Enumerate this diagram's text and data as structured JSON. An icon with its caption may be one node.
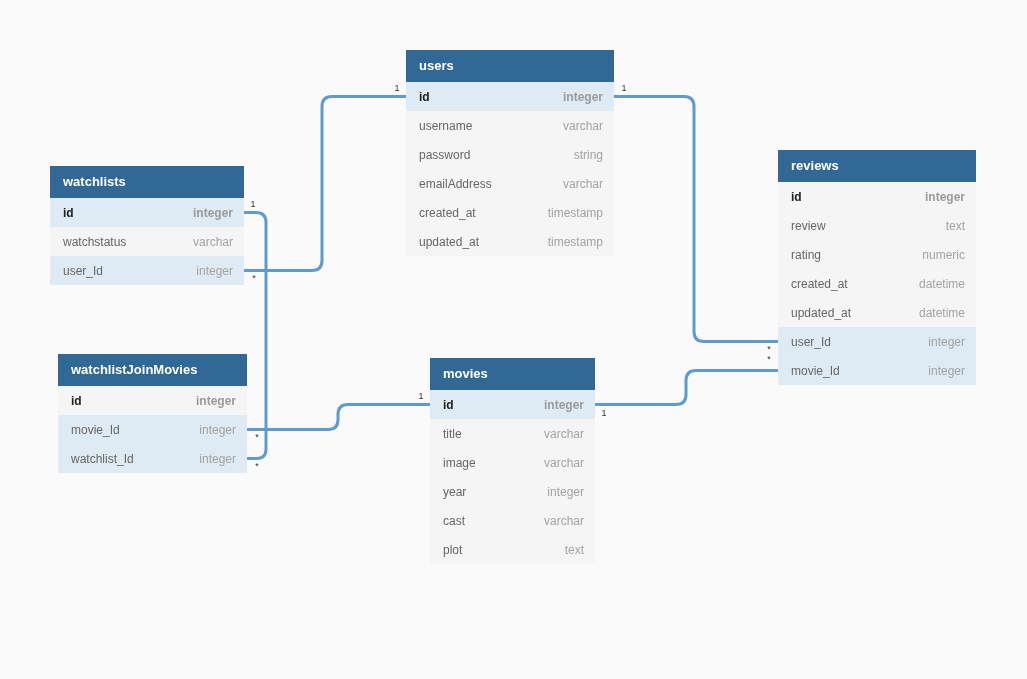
{
  "diagram": {
    "nodes": [
      {
        "text": [
          "users"
        ]
      },
      {
        "text": [
          "id",
          "integer"
        ],
        "in": 0
      },
      {
        "text": [
          "username",
          "varchar"
        ],
        "in": 0
      },
      {
        "text": [
          "password",
          "string"
        ],
        "in": 0
      },
      {
        "text": [
          "emailAddress",
          "varchar"
        ],
        "in": 0
      },
      {
        "text": [
          "created_at",
          "timestamp"
        ],
        "in": 0
      },
      {
        "text": [
          "updated_at",
          "timestamp"
        ],
        "in": 0
      },
      {
        "text": [
          "watchlists"
        ]
      },
      {
        "text": [
          "id",
          "integer"
        ],
        "in": 7
      },
      {
        "text": [
          "watchstatus",
          "varchar"
        ],
        "in": 7
      },
      {
        "text": [
          "user_Id",
          "integer"
        ],
        "in": 7
      },
      {
        "text": [
          "reviews"
        ]
      },
      {
        "text": [
          "id",
          "integer"
        ],
        "in": 11
      },
      {
        "text": [
          "review",
          "text"
        ],
        "in": 11
      },
      {
        "text": [
          "rating",
          "numeric"
        ],
        "in": 11
      },
      {
        "text": [
          "created_at",
          "datetime"
        ],
        "in": 11
      },
      {
        "text": [
          "updated_at",
          "datetime"
        ],
        "in": 11
      },
      {
        "text": [
          "user_Id",
          "integer"
        ],
        "in": 11
      },
      {
        "text": [
          "movie_Id",
          "integer"
        ],
        "in": 11
      },
      {
        "text": [
          "watchlistJoinMovies"
        ]
      },
      {
        "text": [
          "id",
          "integer"
        ],
        "in": 19
      },
      {
        "text": [
          "movie_Id",
          "integer"
        ],
        "in": 19
      },
      {
        "text": [
          "watchlist_Id",
          "integer"
        ],
        "in": 19
      },
      {
        "text": [
          "movies"
        ]
      },
      {
        "text": [
          "id",
          "integer"
        ],
        "in": 23
      },
      {
        "text": [
          "title",
          "varchar"
        ],
        "in": 23
      },
      {
        "text": [
          "image",
          "varchar"
        ],
        "in": 23
      },
      {
        "text": [
          "year",
          "integer"
        ],
        "in": 23
      },
      {
        "text": [
          "cast",
          "varchar"
        ],
        "in": 23
      },
      {
        "text": [
          "plot",
          "text"
        ],
        "in": 23
      }
    ],
    "edges": [
      {
        "from": 1,
        "to": 10,
        "arrow": "none"
      },
      {
        "from": 1,
        "to": 17,
        "arrow": "none"
      },
      {
        "from": 8,
        "to": 22,
        "arrow": "none"
      },
      {
        "from": 24,
        "to": 21,
        "arrow": "none"
      },
      {
        "from": 24,
        "to": 18,
        "arrow": "none"
      }
    ],
    "labels": [
      "1",
      "1",
      "1",
      "*",
      "*",
      "*",
      "1",
      "1",
      "*",
      "*"
    ]
  }
}
